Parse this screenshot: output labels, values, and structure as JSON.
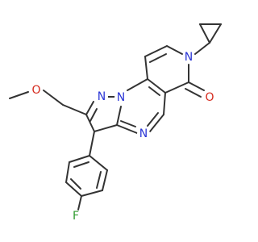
{
  "structure": {
    "atoms": [
      {
        "id": "o_methoxy",
        "label": "O",
        "color": "#d52a1e"
      },
      {
        "id": "n_pyrazole1",
        "label": "N",
        "color": "#2a35d6"
      },
      {
        "id": "n_bridge",
        "label": "N",
        "color": "#2a35d6"
      },
      {
        "id": "n_amide",
        "label": "N",
        "color": "#2a35d6"
      },
      {
        "id": "n_pyrimidine",
        "label": "N",
        "color": "#2a35d6"
      },
      {
        "id": "o_carbonyl",
        "label": "O",
        "color": "#d52a1e"
      },
      {
        "id": "f_aryl",
        "label": "F",
        "color": "#2e9a2e"
      }
    ],
    "bond_color": "#333333"
  }
}
